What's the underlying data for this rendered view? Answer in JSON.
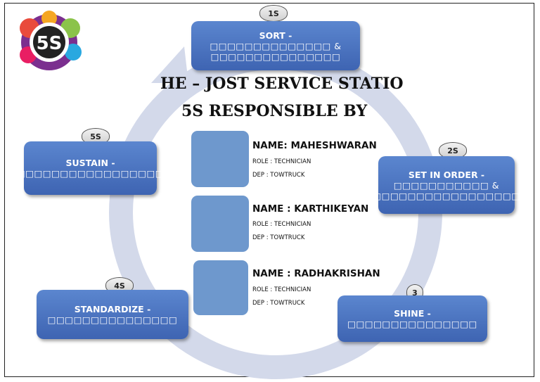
{
  "title_line_1": "HE – JOST SERVICE STATIO",
  "title_line_2": "5S RESPONSIBLE BY",
  "logo_text": "5S",
  "steps": {
    "sort": {
      "tag": "1S",
      "label": "SORT - ",
      "subtext": "□□□□□□□□□□□□□□ &",
      "subtext2": "□□□□□□□□□□□□□□□"
    },
    "set_in_order": {
      "tag": "2S",
      "label": "SET IN ORDER -",
      "subtext": "□□□□□□□□□□□ &",
      "subtext2": "□□□□□□□□□□□□□□□□□"
    },
    "shine": {
      "tag": "3",
      "label": "SHINE - ",
      "subtext": "□□□□□□□□□□□□□□□"
    },
    "standardize": {
      "tag": "4S",
      "label": "STANDARDIZE -",
      "subtext": "□□□□□□□□□□□□□□□"
    },
    "sustain": {
      "tag": "5S",
      "label": "SUSTAIN -",
      "subtext": "□□□□□□□□□□□□□□□□□"
    }
  },
  "people": [
    {
      "name": "NAME: MAHESHWARAN",
      "role": "ROLE : TECHNICIAN",
      "dep": "DEP   : TOWTRUCK"
    },
    {
      "name": "NAME : KARTHIKEYAN",
      "role": "ROLE : TECHNICIAN",
      "dep": "DEP   : TOWTRUCK"
    },
    {
      "name": "NAME : RADHAKRISHAN",
      "role": "ROLE : TECHNICIAN",
      "dep": "DEP   : TOWTRUCK"
    }
  ],
  "colors": {
    "box": "#4a72c0",
    "ring": "#d3d9ea",
    "photo": "#6e98cd"
  }
}
